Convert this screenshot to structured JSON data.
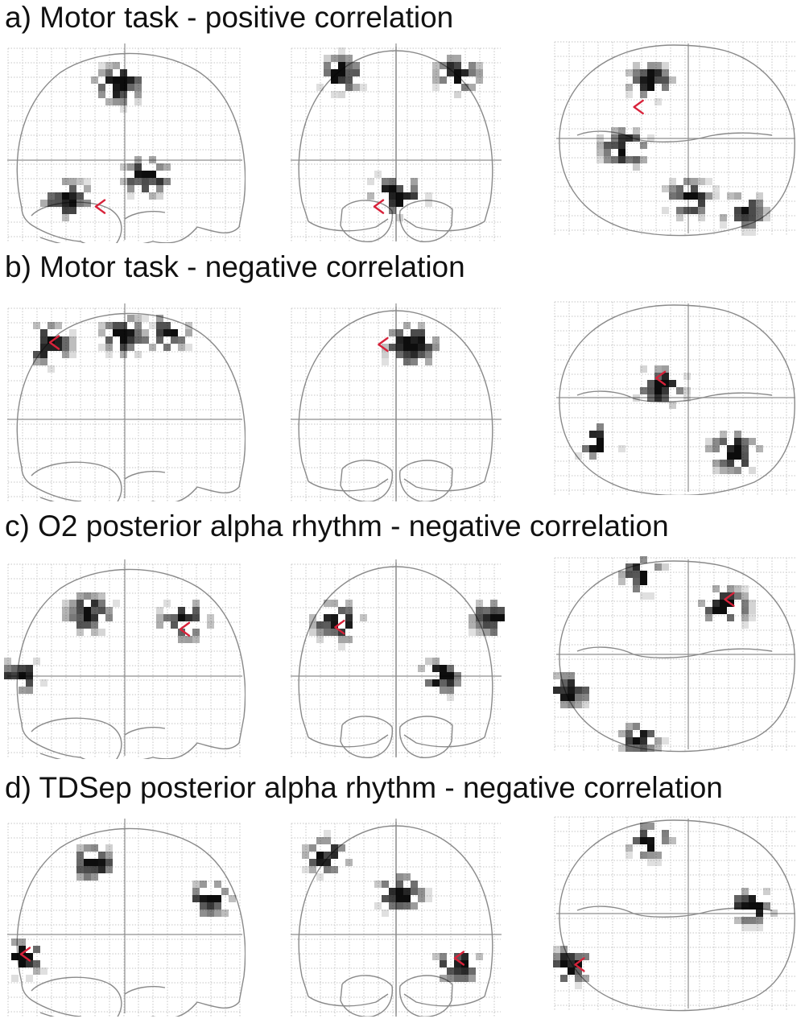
{
  "figure": {
    "rows": [
      {
        "label": "a) Motor task - positive correlation",
        "views": [
          {
            "view": "sagittal",
            "blobs": [
              [
                0.45,
                0.2,
                0.35
              ],
              [
                0.25,
                0.78,
                0.3
              ],
              [
                0.58,
                0.66,
                0.3
              ]
            ],
            "peak": [
              0.38,
              0.82
            ]
          },
          {
            "view": "coronal",
            "blobs": [
              [
                0.22,
                0.14,
                0.25
              ],
              [
                0.78,
                0.16,
                0.25
              ],
              [
                0.5,
                0.74,
                0.4
              ]
            ],
            "peak": [
              0.4,
              0.82
            ]
          },
          {
            "view": "axial",
            "blobs": [
              [
                0.38,
                0.18,
                0.22
              ],
              [
                0.28,
                0.55,
                0.32
              ],
              [
                0.53,
                0.78,
                0.3
              ],
              [
                0.77,
                0.84,
                0.22
              ]
            ],
            "peak": [
              0.33,
              0.34
            ]
          }
        ]
      },
      {
        "label": "b) Motor task - negative correlation",
        "views": [
          {
            "view": "sagittal",
            "blobs": [
              [
                0.17,
                0.2,
                0.35
              ],
              [
                0.48,
                0.14,
                0.3
              ],
              [
                0.66,
                0.14,
                0.25
              ]
            ],
            "peak": [
              0.19,
              0.21
            ]
          },
          {
            "view": "coronal",
            "blobs": [
              [
                0.55,
                0.22,
                0.4
              ]
            ],
            "peak": [
              0.42,
              0.22
            ]
          },
          {
            "view": "axial",
            "blobs": [
              [
                0.42,
                0.42,
                0.32
              ],
              [
                0.72,
                0.76,
                0.35
              ],
              [
                0.16,
                0.7,
                0.2
              ]
            ],
            "peak": [
              0.42,
              0.4
            ]
          }
        ]
      },
      {
        "label": "c) O2 posterior alpha rhythm - negative correlation",
        "views": [
          {
            "view": "sagittal",
            "blobs": [
              [
                0.34,
                0.28,
                0.3
              ],
              [
                0.72,
                0.3,
                0.35
              ],
              [
                0.04,
                0.58,
                0.2
              ]
            ],
            "peak": [
              0.73,
              0.36
            ]
          },
          {
            "view": "coronal",
            "blobs": [
              [
                0.2,
                0.3,
                0.35
              ],
              [
                0.93,
                0.28,
                0.22
              ],
              [
                0.68,
                0.58,
                0.22
              ]
            ],
            "peak": [
              0.22,
              0.35
            ]
          },
          {
            "view": "axial",
            "blobs": [
              [
                0.7,
                0.22,
                0.32
              ],
              [
                0.34,
                0.06,
                0.22
              ],
              [
                0.04,
                0.68,
                0.2
              ],
              [
                0.34,
                0.93,
                0.15
              ]
            ],
            "peak": [
              0.7,
              0.22
            ]
          }
        ]
      },
      {
        "label": "d) TDSep posterior alpha rhythm - negative correlation",
        "views": [
          {
            "view": "sagittal",
            "blobs": [
              [
                0.36,
                0.22,
                0.22
              ],
              [
                0.85,
                0.4,
                0.22
              ],
              [
                0.05,
                0.69,
                0.25
              ]
            ],
            "peak": [
              0.07,
              0.69
            ]
          },
          {
            "view": "coronal",
            "blobs": [
              [
                0.18,
                0.2,
                0.25
              ],
              [
                0.52,
                0.38,
                0.28
              ],
              [
                0.75,
                0.73,
                0.25
              ]
            ],
            "peak": [
              0.77,
              0.71
            ]
          },
          {
            "view": "axial",
            "blobs": [
              [
                0.37,
                0.12,
                0.22
              ],
              [
                0.8,
                0.46,
                0.22
              ],
              [
                0.07,
                0.76,
                0.25
              ]
            ],
            "peak": [
              0.09,
              0.76
            ]
          }
        ]
      }
    ],
    "colors": {
      "grid": "#c6c6c6",
      "outline": "#8a8a8a",
      "crosshair": "#8f8f8f",
      "peak_marker": "#d8223a",
      "blob": "#000000"
    }
  }
}
